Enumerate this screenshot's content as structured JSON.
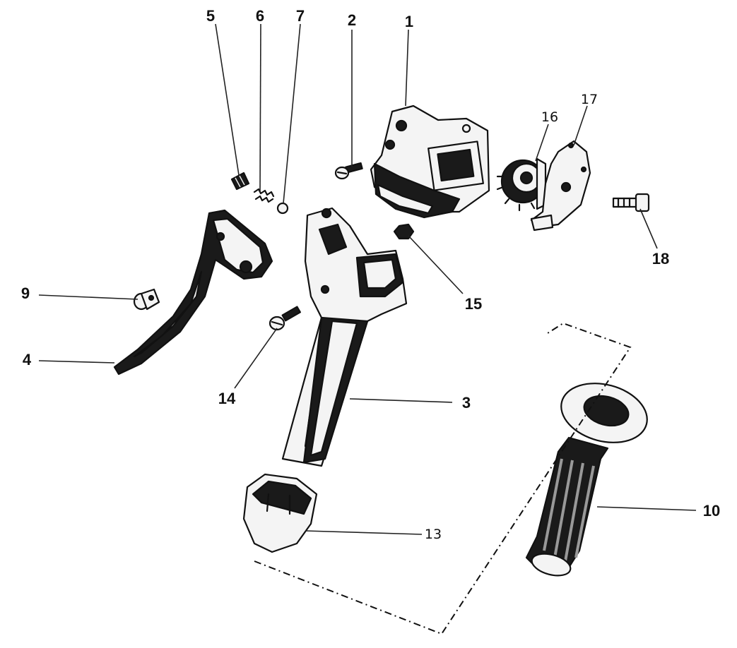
{
  "labels": {
    "p1": "1",
    "p2": "2",
    "p3": "3",
    "p4": "4",
    "p5": "5",
    "p6": "6",
    "p7": "7",
    "p9": "9",
    "p10": "10",
    "p13": "13",
    "p14": "14",
    "p15": "15",
    "p16": "16",
    "p17": "17",
    "p18": "18"
  }
}
